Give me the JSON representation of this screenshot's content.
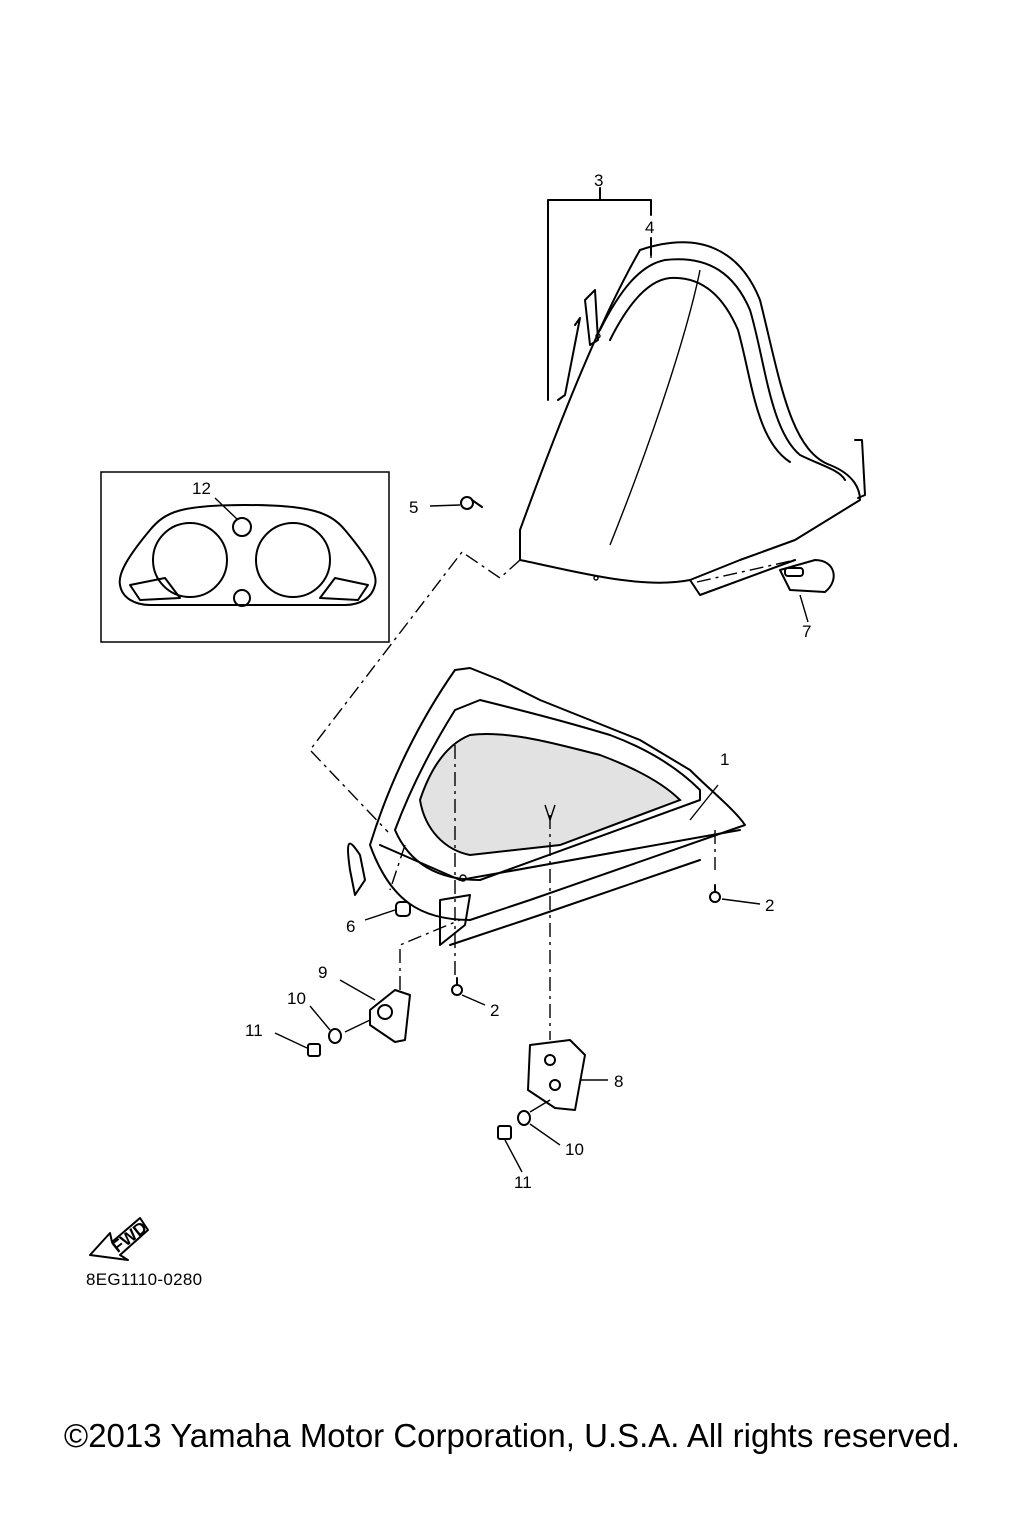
{
  "diagram": {
    "callouts": {
      "c1": "1",
      "c2a": "2",
      "c2b": "2",
      "c3": "3",
      "c4": "4",
      "c5": "5",
      "c6": "6",
      "c7": "7",
      "c8": "8",
      "c9": "9",
      "c10a": "10",
      "c10b": "10",
      "c11a": "11",
      "c11b": "11",
      "c12": "12"
    },
    "fwd_label": "FWD",
    "part_code": "8EG1110-0280"
  },
  "footer": {
    "copyright": "©2013 Yamaha Motor Corporation, U.S.A. All rights reserved."
  }
}
